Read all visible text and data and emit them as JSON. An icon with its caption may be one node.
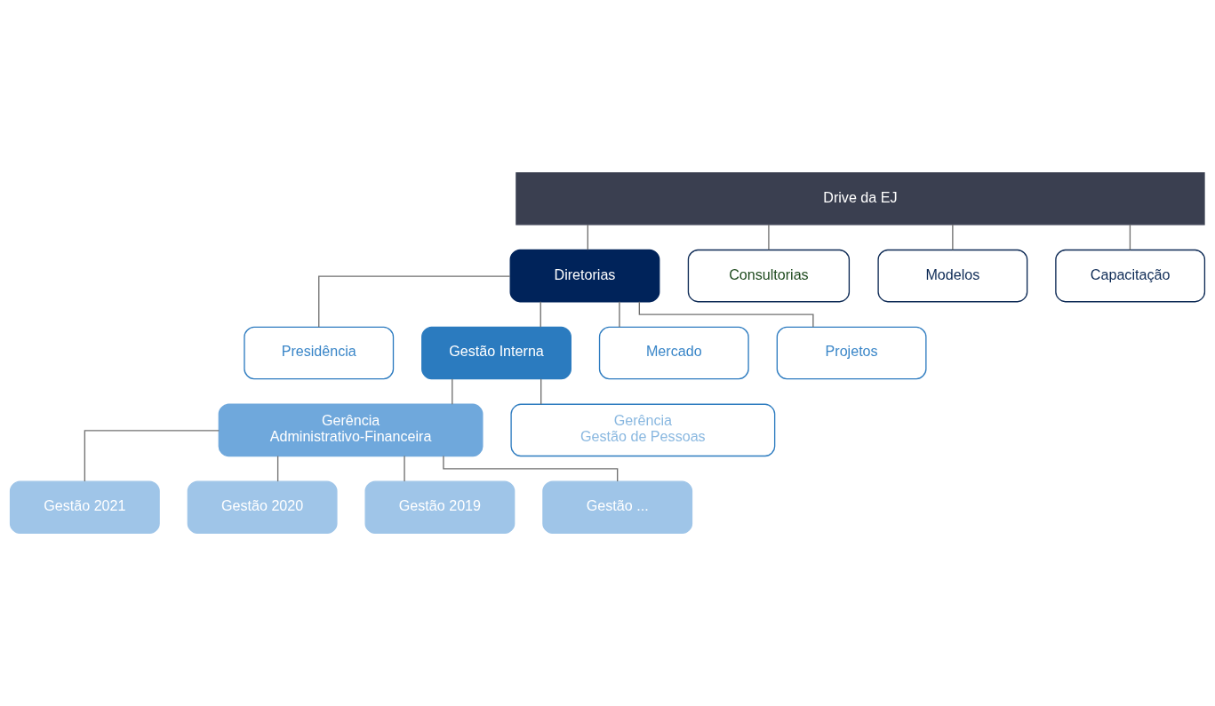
{
  "diagram": {
    "nodes": [
      {
        "text": [
          "Drive da EJ"
        ]
      },
      {
        "text": [
          "Diretorias"
        ]
      },
      {
        "text": [
          "Consultorias"
        ]
      },
      {
        "text": [
          "Modelos"
        ]
      },
      {
        "text": [
          "Capacitação"
        ]
      },
      {
        "text": [
          "Presidência"
        ]
      },
      {
        "text": [
          "Gestão Interna"
        ]
      },
      {
        "text": [
          "Mercado"
        ]
      },
      {
        "text": [
          "Projetos"
        ]
      },
      {
        "text": [
          "Gerência",
          "Administrativo-Financeira"
        ]
      },
      {
        "text": [
          "Gerência",
          "Gestão de Pessoas"
        ]
      },
      {
        "text": [
          "Gestão 2021"
        ]
      },
      {
        "text": [
          "Gestão 2020"
        ]
      },
      {
        "text": [
          "Gestão 2019"
        ]
      },
      {
        "text": [
          "Gestão ..."
        ]
      }
    ],
    "edges": [
      {
        "from": 0,
        "to": 1,
        "arrow": "none"
      },
      {
        "from": 0,
        "to": 2,
        "arrow": "none"
      },
      {
        "from": 0,
        "to": 3,
        "arrow": "none"
      },
      {
        "from": 0,
        "to": 4,
        "arrow": "none"
      },
      {
        "from": 1,
        "to": 5,
        "arrow": "none"
      },
      {
        "from": 1,
        "to": 6,
        "arrow": "none"
      },
      {
        "from": 1,
        "to": 7,
        "arrow": "none"
      },
      {
        "from": 1,
        "to": 8,
        "arrow": "none"
      },
      {
        "from": 6,
        "to": 9,
        "arrow": "none"
      },
      {
        "from": 6,
        "to": 10,
        "arrow": "none"
      },
      {
        "from": 9,
        "to": 11,
        "arrow": "none"
      },
      {
        "from": 9,
        "to": 12,
        "arrow": "none"
      },
      {
        "from": 9,
        "to": 13,
        "arrow": "none"
      },
      {
        "from": 9,
        "to": 14,
        "arrow": "none"
      }
    ]
  }
}
